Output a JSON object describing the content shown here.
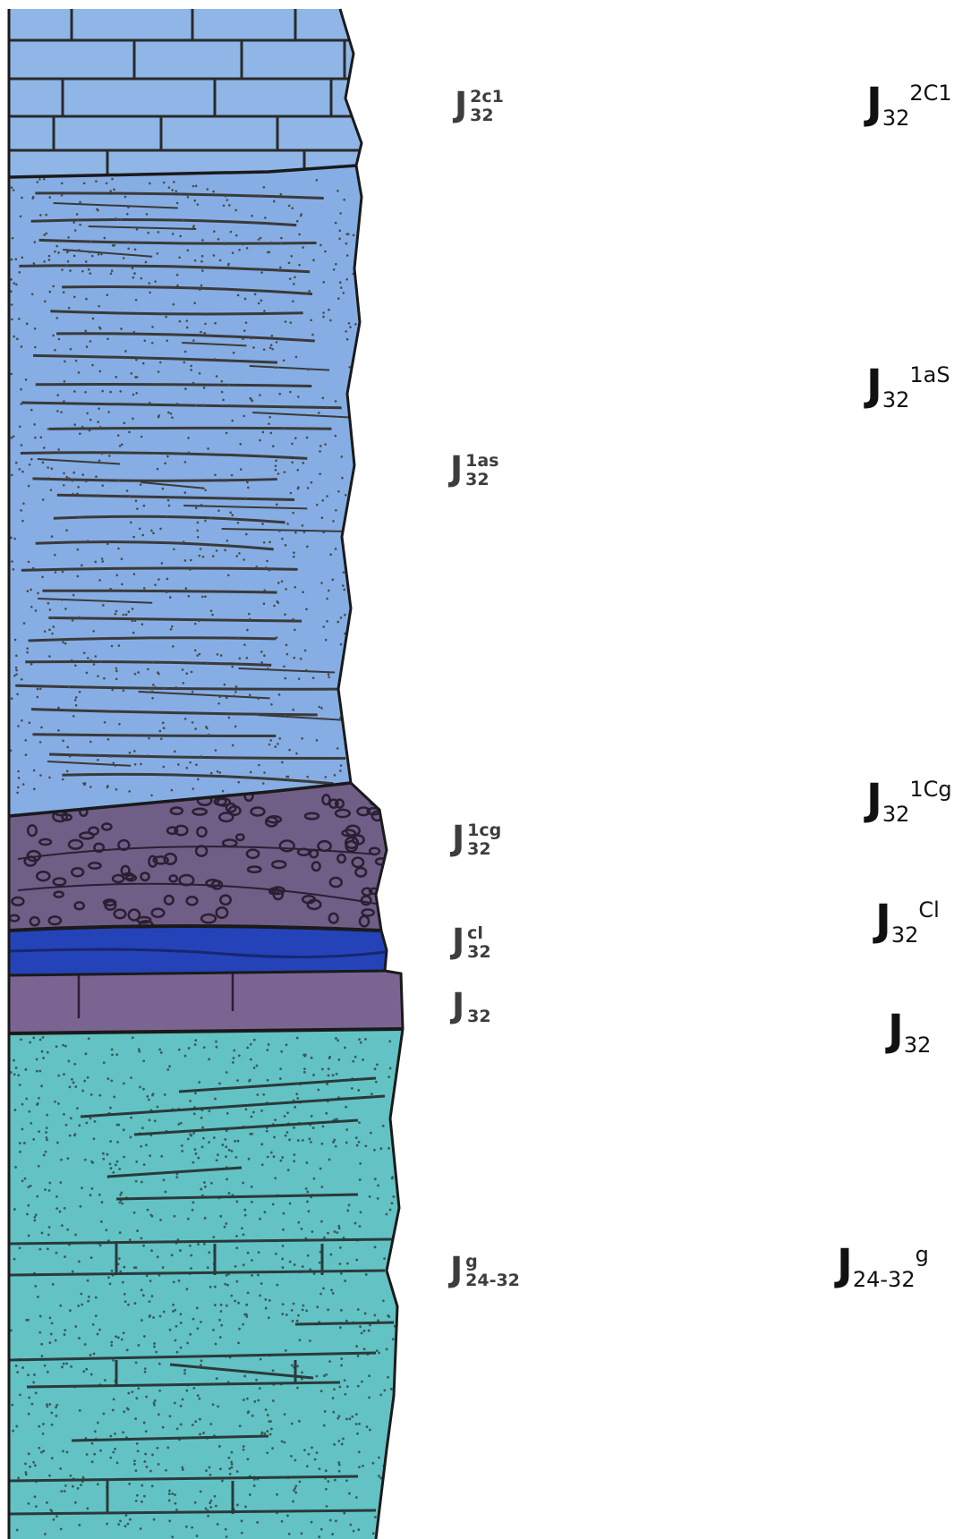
{
  "layers": [
    {
      "id": "2c1",
      "color": "#8fb6e6",
      "pattern": "limestone"
    },
    {
      "id": "1as",
      "color": "#86aee4",
      "pattern": "sandstone"
    },
    {
      "id": "1cg",
      "color": "#6f5e86",
      "pattern": "conglomerate"
    },
    {
      "id": "cl",
      "color": "#2543b8",
      "pattern": "clay"
    },
    {
      "id": "j32",
      "color": "#7a6592",
      "pattern": "massive"
    },
    {
      "id": "g",
      "color": "#63c2c4",
      "pattern": "sandy-limestone"
    }
  ],
  "inner_labels": [
    {
      "base": "J",
      "sup": "2c1",
      "sub": "32"
    },
    {
      "base": "J",
      "sup": "1as",
      "sub": "32"
    },
    {
      "base": "J",
      "sup": "1cg",
      "sub": "32"
    },
    {
      "base": "J",
      "sup": "cl",
      "sub": "32"
    },
    {
      "base": "J",
      "sub": "32"
    },
    {
      "base": "J",
      "sup": "g",
      "sub": "24-32"
    }
  ],
  "right_labels": [
    {
      "base": "J",
      "sub": "32",
      "sup": "2C1"
    },
    {
      "base": "J",
      "sub": "32",
      "sup": "1aS"
    },
    {
      "base": "J",
      "sub": "32",
      "sup": "1Cg"
    },
    {
      "base": "J",
      "sub": "32",
      "sup": "Cl"
    },
    {
      "base": "J",
      "sub": "32"
    },
    {
      "base": "J",
      "sub": "24-32",
      "sup": "g"
    }
  ]
}
